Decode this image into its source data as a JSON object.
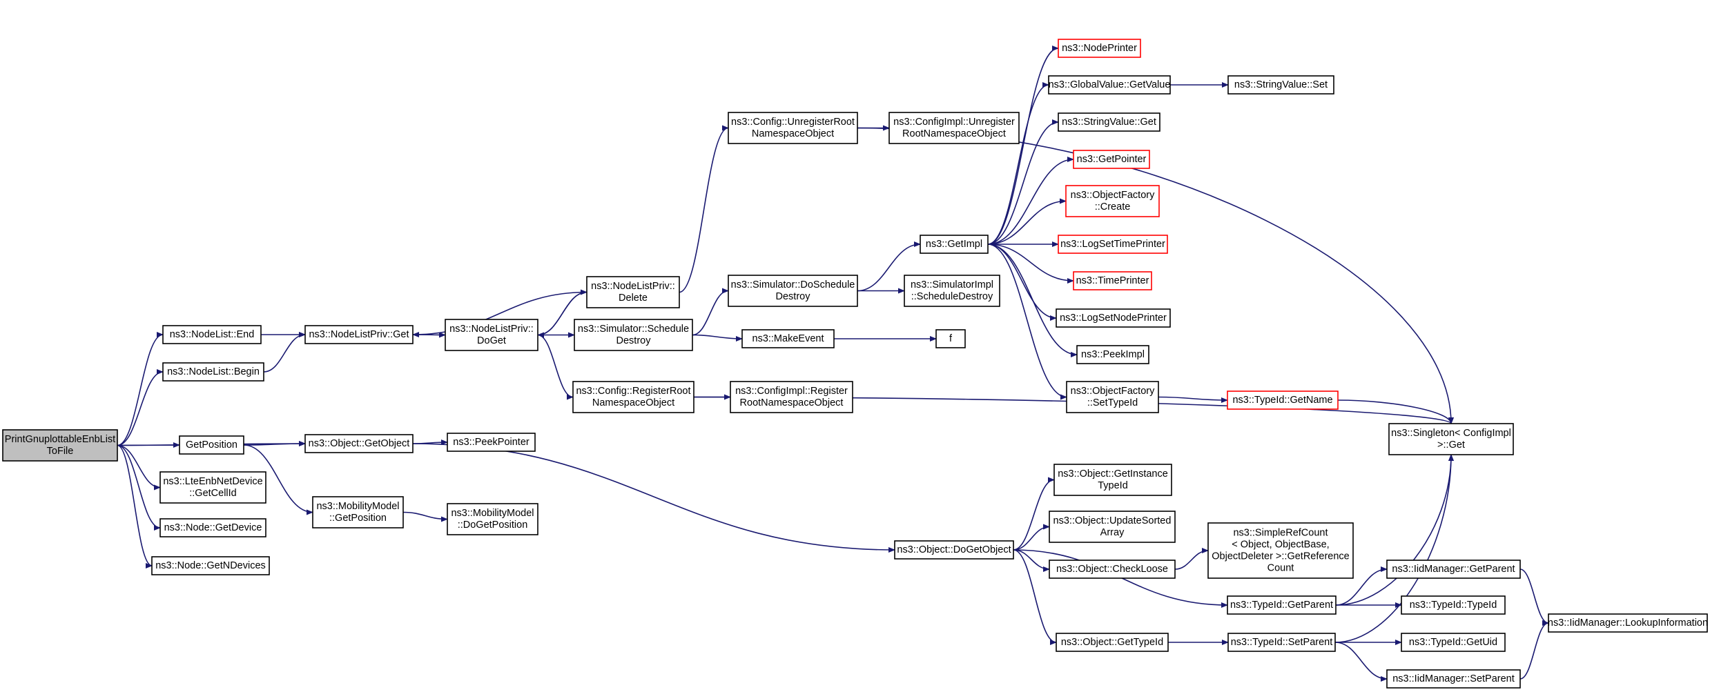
{
  "nodes": [
    {
      "id": "root",
      "lines": [
        "PrintGnuplottableEnbList",
        "ToFile"
      ],
      "style": "root"
    },
    {
      "id": "nodelist_end",
      "lines": [
        "ns3::NodeList::End"
      ],
      "style": "normal"
    },
    {
      "id": "nodelist_begin",
      "lines": [
        "ns3::NodeList::Begin"
      ],
      "style": "normal"
    },
    {
      "id": "getposition",
      "lines": [
        "GetPosition"
      ],
      "style": "normal"
    },
    {
      "id": "lte_getcellid",
      "lines": [
        "ns3::LteEnbNetDevice",
        "::GetCellId"
      ],
      "style": "normal"
    },
    {
      "id": "node_getdevice",
      "lines": [
        "ns3::Node::GetDevice"
      ],
      "style": "normal"
    },
    {
      "id": "node_getndevices",
      "lines": [
        "ns3::Node::GetNDevices"
      ],
      "style": "normal"
    },
    {
      "id": "nodelistpriv_get",
      "lines": [
        "ns3::NodeListPriv::Get"
      ],
      "style": "normal"
    },
    {
      "id": "object_getobject",
      "lines": [
        "ns3::Object::GetObject"
      ],
      "style": "normal"
    },
    {
      "id": "mobility_getposition",
      "lines": [
        "ns3::MobilityModel",
        "::GetPosition"
      ],
      "style": "normal"
    },
    {
      "id": "nodelistpriv_doget",
      "lines": [
        "ns3::NodeListPriv::",
        "DoGet"
      ],
      "style": "normal"
    },
    {
      "id": "peekpointer",
      "lines": [
        "ns3::PeekPointer"
      ],
      "style": "normal"
    },
    {
      "id": "mobility_dogetposition",
      "lines": [
        "ns3::MobilityModel",
        "::DoGetPosition"
      ],
      "style": "normal"
    },
    {
      "id": "nodelistpriv_delete",
      "lines": [
        "ns3::NodeListPriv::",
        "Delete"
      ],
      "style": "normal"
    },
    {
      "id": "sim_scheduledestroy",
      "lines": [
        "ns3::Simulator::Schedule",
        "Destroy"
      ],
      "style": "normal"
    },
    {
      "id": "config_registerroot",
      "lines": [
        "ns3::Config::RegisterRoot",
        "NamespaceObject"
      ],
      "style": "normal"
    },
    {
      "id": "config_unregisterroot",
      "lines": [
        "ns3::Config::UnregisterRoot",
        "NamespaceObject"
      ],
      "style": "normal"
    },
    {
      "id": "sim_doscheduledestroy",
      "lines": [
        "ns3::Simulator::DoSchedule",
        "Destroy"
      ],
      "style": "normal"
    },
    {
      "id": "makeevent",
      "lines": [
        "ns3::MakeEvent"
      ],
      "style": "normal"
    },
    {
      "id": "configimpl_register",
      "lines": [
        "ns3::ConfigImpl::Register",
        "RootNamespaceObject"
      ],
      "style": "normal"
    },
    {
      "id": "configimpl_unregister",
      "lines": [
        "ns3::ConfigImpl::Unregister",
        "RootNamespaceObject"
      ],
      "style": "normal"
    },
    {
      "id": "simimpl_scheduledestroy",
      "lines": [
        "ns3::SimulatorImpl",
        "::ScheduleDestroy"
      ],
      "style": "normal"
    },
    {
      "id": "f",
      "lines": [
        "f"
      ],
      "style": "normal"
    },
    {
      "id": "getimpl",
      "lines": [
        "ns3::GetImpl"
      ],
      "style": "normal"
    },
    {
      "id": "object_dogetobject",
      "lines": [
        "ns3::Object::DoGetObject"
      ],
      "style": "normal"
    },
    {
      "id": "nodeprinter",
      "lines": [
        "ns3::NodePrinter"
      ],
      "style": "truncated"
    },
    {
      "id": "globalvalue_getvalue",
      "lines": [
        "ns3::GlobalValue::GetValue"
      ],
      "style": "normal"
    },
    {
      "id": "stringvalue_get",
      "lines": [
        "ns3::StringValue::Get"
      ],
      "style": "normal"
    },
    {
      "id": "getpointer",
      "lines": [
        "ns3::GetPointer"
      ],
      "style": "truncated"
    },
    {
      "id": "objectfactory_create",
      "lines": [
        "ns3::ObjectFactory",
        "::Create"
      ],
      "style": "truncated"
    },
    {
      "id": "logsettimeprinter",
      "lines": [
        "ns3::LogSetTimePrinter"
      ],
      "style": "truncated"
    },
    {
      "id": "timeprinter",
      "lines": [
        "ns3::TimePrinter"
      ],
      "style": "truncated"
    },
    {
      "id": "logsetnodeprinter",
      "lines": [
        "ns3::LogSetNodePrinter"
      ],
      "style": "normal"
    },
    {
      "id": "peekimpl",
      "lines": [
        "ns3::PeekImpl"
      ],
      "style": "normal"
    },
    {
      "id": "objectfactory_settypeid",
      "lines": [
        "ns3::ObjectFactory",
        "::SetTypeId"
      ],
      "style": "normal"
    },
    {
      "id": "object_getinstancetypeid",
      "lines": [
        "ns3::Object::GetInstance",
        "TypeId"
      ],
      "style": "normal"
    },
    {
      "id": "object_updatesortedarray",
      "lines": [
        "ns3::Object::UpdateSorted",
        "Array"
      ],
      "style": "normal"
    },
    {
      "id": "object_checkloose",
      "lines": [
        "ns3::Object::CheckLoose"
      ],
      "style": "normal"
    },
    {
      "id": "object_gettypeid",
      "lines": [
        "ns3::Object::GetTypeId"
      ],
      "style": "normal"
    },
    {
      "id": "stringvalue_set",
      "lines": [
        "ns3::StringValue::Set"
      ],
      "style": "normal"
    },
    {
      "id": "typeid_getname",
      "lines": [
        "ns3::TypeId::GetName"
      ],
      "style": "truncated"
    },
    {
      "id": "simplerefcount",
      "lines": [
        "ns3::SimpleRefCount",
        "< Object, ObjectBase,",
        "ObjectDeleter >::GetReference",
        "Count"
      ],
      "style": "normal"
    },
    {
      "id": "typeid_getparent",
      "lines": [
        "ns3::TypeId::GetParent"
      ],
      "style": "normal"
    },
    {
      "id": "typeid_setparent",
      "lines": [
        "ns3::TypeId::SetParent"
      ],
      "style": "normal"
    },
    {
      "id": "singleton_get",
      "lines": [
        "ns3::Singleton< ConfigImpl",
        ">::Get"
      ],
      "style": "normal"
    },
    {
      "id": "iidmanager_getparent",
      "lines": [
        "ns3::IidManager::GetParent"
      ],
      "style": "normal"
    },
    {
      "id": "typeid_typeid",
      "lines": [
        "ns3::TypeId::TypeId"
      ],
      "style": "normal"
    },
    {
      "id": "typeid_getuid",
      "lines": [
        "ns3::TypeId::GetUid"
      ],
      "style": "normal"
    },
    {
      "id": "iidmanager_setparent",
      "lines": [
        "ns3::IidManager::SetParent"
      ],
      "style": "normal"
    },
    {
      "id": "iidmanager_lookupinformation",
      "lines": [
        "ns3::IidManager::LookupInformation"
      ],
      "style": "normal"
    }
  ],
  "edges": [
    [
      "root",
      "nodelist_end"
    ],
    [
      "root",
      "nodelist_begin"
    ],
    [
      "root",
      "object_getobject"
    ],
    [
      "root",
      "getposition"
    ],
    [
      "root",
      "lte_getcellid"
    ],
    [
      "root",
      "node_getdevice"
    ],
    [
      "root",
      "node_getndevices"
    ],
    [
      "nodelist_end",
      "nodelistpriv_get"
    ],
    [
      "nodelist_begin",
      "nodelistpriv_get"
    ],
    [
      "getposition",
      "object_getobject"
    ],
    [
      "getposition",
      "mobility_getposition"
    ],
    [
      "nodelistpriv_get",
      "nodelistpriv_doget"
    ],
    [
      "object_getobject",
      "peekpointer"
    ],
    [
      "object_getobject",
      "object_dogetobject"
    ],
    [
      "mobility_getposition",
      "mobility_dogetposition"
    ],
    [
      "nodelistpriv_doget",
      "nodelistpriv_delete"
    ],
    [
      "nodelistpriv_doget",
      "sim_scheduledestroy"
    ],
    [
      "nodelistpriv_doget",
      "config_registerroot"
    ],
    [
      "nodelistpriv_delete",
      "nodelistpriv_get"
    ],
    [
      "nodelistpriv_delete",
      "nodelistpriv_doget"
    ],
    [
      "nodelistpriv_delete",
      "config_unregisterroot"
    ],
    [
      "sim_scheduledestroy",
      "sim_doscheduledestroy"
    ],
    [
      "sim_scheduledestroy",
      "makeevent"
    ],
    [
      "config_registerroot",
      "configimpl_register"
    ],
    [
      "config_registerroot",
      "singleton_get"
    ],
    [
      "config_unregisterroot",
      "configimpl_unregister"
    ],
    [
      "config_unregisterroot",
      "singleton_get"
    ],
    [
      "sim_doscheduledestroy",
      "getimpl"
    ],
    [
      "sim_doscheduledestroy",
      "simimpl_scheduledestroy"
    ],
    [
      "makeevent",
      "f"
    ],
    [
      "getimpl",
      "nodeprinter"
    ],
    [
      "getimpl",
      "globalvalue_getvalue"
    ],
    [
      "getimpl",
      "stringvalue_get"
    ],
    [
      "getimpl",
      "getpointer"
    ],
    [
      "getimpl",
      "objectfactory_create"
    ],
    [
      "getimpl",
      "logsettimeprinter"
    ],
    [
      "getimpl",
      "timeprinter"
    ],
    [
      "getimpl",
      "logsetnodeprinter"
    ],
    [
      "getimpl",
      "peekimpl"
    ],
    [
      "getimpl",
      "objectfactory_settypeid"
    ],
    [
      "globalvalue_getvalue",
      "stringvalue_set"
    ],
    [
      "objectfactory_settypeid",
      "typeid_getname"
    ],
    [
      "typeid_getname",
      "singleton_get"
    ],
    [
      "object_dogetobject",
      "object_getinstancetypeid"
    ],
    [
      "object_dogetobject",
      "object_updatesortedarray"
    ],
    [
      "object_dogetobject",
      "object_checkloose"
    ],
    [
      "object_dogetobject",
      "typeid_getparent"
    ],
    [
      "object_dogetobject",
      "object_gettypeid"
    ],
    [
      "object_checkloose",
      "simplerefcount"
    ],
    [
      "object_gettypeid",
      "typeid_setparent"
    ],
    [
      "typeid_getparent",
      "singleton_get"
    ],
    [
      "typeid_getparent",
      "iidmanager_getparent"
    ],
    [
      "typeid_getparent",
      "typeid_typeid"
    ],
    [
      "typeid_setparent",
      "singleton_get"
    ],
    [
      "typeid_setparent",
      "typeid_getuid"
    ],
    [
      "typeid_setparent",
      "iidmanager_setparent"
    ],
    [
      "iidmanager_getparent",
      "iidmanager_lookupinformation"
    ],
    [
      "iidmanager_setparent",
      "iidmanager_lookupinformation"
    ]
  ],
  "colors": {
    "edge": "#191970",
    "node_border": "#000000",
    "truncated_border": "#ff0000",
    "root_fill": "#bfbfbf",
    "node_fill": "#ffffff"
  }
}
